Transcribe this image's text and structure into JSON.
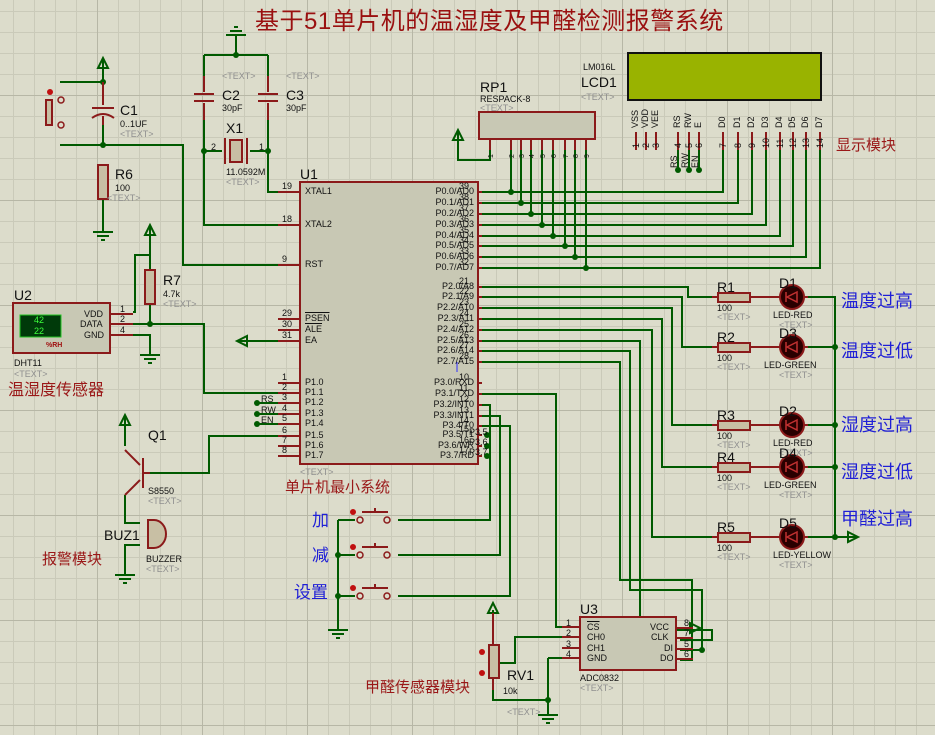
{
  "title": "基于51单片机的温湿度及甲醛检测报警系统",
  "module_labels": {
    "display": "显示模块",
    "mcu_min": "单片机最小系统",
    "sensor_th": "温湿度传感器",
    "alarm": "报警模块",
    "hcho_sensor": "甲醛传感器模块"
  },
  "placeholder_text": "<TEXT>",
  "components": {
    "c1": {
      "ref": "C1",
      "value": "0..1UF"
    },
    "c2": {
      "ref": "C2",
      "value": "30pF"
    },
    "c3": {
      "ref": "C3",
      "value": "30pF"
    },
    "x1": {
      "ref": "X1",
      "value": "11.0592M",
      "pin_left": "2",
      "pin_right": "1"
    },
    "r6": {
      "ref": "R6",
      "value": "100"
    },
    "r7": {
      "ref": "R7",
      "value": "4.7k"
    },
    "rp1": {
      "ref": "RP1",
      "value": "RESPACK-8",
      "pins": [
        "1",
        "2",
        "3",
        "4",
        "5",
        "6",
        "7",
        "8",
        "9"
      ]
    },
    "lcd1": {
      "ref": "LCD1",
      "value": "LM016L",
      "screen_color": "#99b300",
      "pin_names": [
        "VSS",
        "VDD",
        "VEE",
        "RS",
        "RW",
        "E",
        "D0",
        "D1",
        "D2",
        "D3",
        "D4",
        "D5",
        "D6",
        "D7"
      ],
      "pin_numbers": [
        "1",
        "2",
        "3",
        "4",
        "5",
        "6",
        "7",
        "8",
        "9",
        "10",
        "11",
        "12",
        "13",
        "14"
      ],
      "net_labels": [
        "RS",
        "RW",
        "EN"
      ]
    },
    "u1": {
      "ref": "U1",
      "left_pins": [
        {
          "num": "19",
          "name": "XTAL1"
        },
        {
          "num": "18",
          "name": "XTAL2"
        },
        {
          "num": "9",
          "name": "RST"
        },
        {
          "num": "29",
          "name": "PSEN"
        },
        {
          "num": "30",
          "name": "ALE"
        },
        {
          "num": "31",
          "name": "EA"
        },
        {
          "num": "1",
          "name": "P1.0"
        },
        {
          "num": "2",
          "name": "P1.1"
        },
        {
          "num": "3",
          "name": "P1.2"
        },
        {
          "num": "4",
          "name": "P1.3"
        },
        {
          "num": "5",
          "name": "P1.4"
        },
        {
          "num": "6",
          "name": "P1.5"
        },
        {
          "num": "7",
          "name": "P1.6"
        },
        {
          "num": "8",
          "name": "P1.7"
        }
      ],
      "right_pins": [
        {
          "num": "39",
          "name": "P0.0/AD0"
        },
        {
          "num": "38",
          "name": "P0.1/AD1"
        },
        {
          "num": "37",
          "name": "P0.2/AD2"
        },
        {
          "num": "36",
          "name": "P0.3/AD3"
        },
        {
          "num": "35",
          "name": "P0.4/AD4"
        },
        {
          "num": "34",
          "name": "P0.5/AD5"
        },
        {
          "num": "33",
          "name": "P0.6/AD6"
        },
        {
          "num": "32",
          "name": "P0.7/AD7"
        },
        {
          "num": "21",
          "name": "P2.0/A8"
        },
        {
          "num": "22",
          "name": "P2.1/A9"
        },
        {
          "num": "23",
          "name": "P2.2/A10"
        },
        {
          "num": "24",
          "name": "P2.3/A11"
        },
        {
          "num": "25",
          "name": "P2.4/A12"
        },
        {
          "num": "26",
          "name": "P2.5/A13"
        },
        {
          "num": "27",
          "name": "P2.6/A14"
        },
        {
          "num": "28",
          "name": "P2.7/A15"
        },
        {
          "num": "10",
          "name": "P3.0/RXD"
        },
        {
          "num": "11",
          "name": "P3.1/TXD"
        },
        {
          "num": "12",
          "name": "P3.2/INT0"
        },
        {
          "num": "13",
          "name": "P3.3/INT1"
        },
        {
          "num": "14",
          "name": "P3.4/T0"
        },
        {
          "num": "15",
          "name": "P3.5/T1"
        },
        {
          "num": "16",
          "name": "P3.6/WR"
        },
        {
          "num": "17",
          "name": "P3.7/RD"
        }
      ],
      "left_net_labels": [
        "RS",
        "RW",
        "EN"
      ],
      "right_net_labels": [
        "P3.5",
        "P3.6",
        "P3.7"
      ]
    },
    "u2": {
      "ref": "U2",
      "value": "DHT11",
      "display_top": "42",
      "display_bottom": "22",
      "unit": "%RH",
      "pins": [
        {
          "num": "1",
          "name": "VDD"
        },
        {
          "num": "2",
          "name": "DATA"
        },
        {
          "num": "4",
          "name": "GND"
        }
      ]
    },
    "q1": {
      "ref": "Q1",
      "value": "S8550"
    },
    "buz1": {
      "ref": "BUZ1",
      "value": "BUZZER"
    },
    "u3": {
      "ref": "U3",
      "value": "ADC0832",
      "left_pins": [
        {
          "num": "1",
          "name": "CS"
        },
        {
          "num": "2",
          "name": "CH0"
        },
        {
          "num": "3",
          "name": "CH1"
        },
        {
          "num": "4",
          "name": "GND"
        }
      ],
      "right_pins": [
        {
          "num": "8",
          "name": "VCC"
        },
        {
          "num": "7",
          "name": "CLK"
        },
        {
          "num": "5",
          "name": "DI"
        },
        {
          "num": "6",
          "name": "DO"
        }
      ]
    },
    "rv1": {
      "ref": "RV1",
      "value": "10k"
    },
    "leds": [
      {
        "r_ref": "R1",
        "r_val": "100",
        "d_ref": "D1",
        "d_val": "LED-RED",
        "label": "温度过高"
      },
      {
        "r_ref": "R2",
        "r_val": "100",
        "d_ref": "D3",
        "d_val": "LED-GREEN",
        "label": "温度过低"
      },
      {
        "r_ref": "R3",
        "r_val": "100",
        "d_ref": "D2",
        "d_val": "LED-RED",
        "label": "湿度过高"
      },
      {
        "r_ref": "R4",
        "r_val": "100",
        "d_ref": "D4",
        "d_val": "LED-GREEN",
        "label": "湿度过低"
      },
      {
        "r_ref": "R5",
        "r_val": "100",
        "d_ref": "D5",
        "d_val": "LED-YELLOW",
        "label": "甲醛过高"
      }
    ],
    "buttons": [
      {
        "label": "加"
      },
      {
        "label": "减"
      },
      {
        "label": "设置"
      }
    ]
  }
}
